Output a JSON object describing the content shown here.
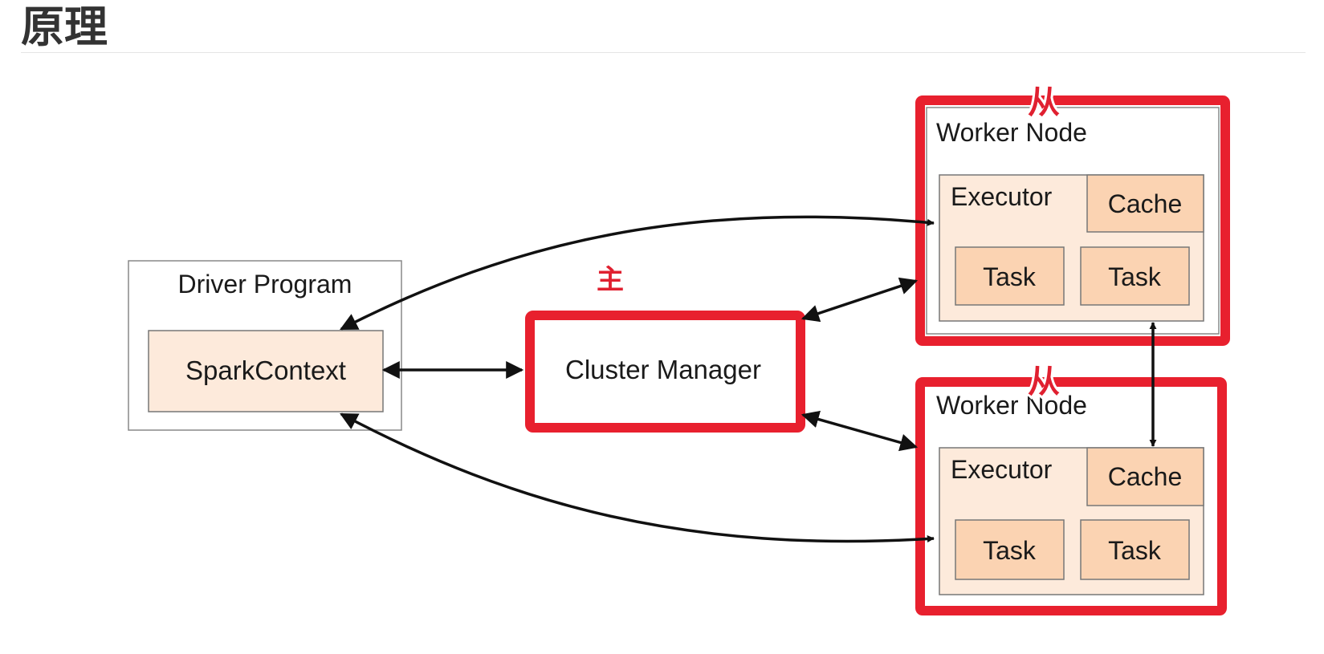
{
  "page": {
    "title": "原理"
  },
  "diagram": {
    "driver": {
      "title": "Driver Program",
      "context": "SparkContext"
    },
    "cluster_manager": {
      "label": "Cluster Manager",
      "annotation": "主"
    },
    "workers": [
      {
        "title": "Worker Node",
        "annotation": "从",
        "executor": "Executor",
        "cache": "Cache",
        "tasks": [
          "Task",
          "Task"
        ]
      },
      {
        "title": "Worker Node",
        "annotation": "从",
        "executor": "Executor",
        "cache": "Cache",
        "tasks": [
          "Task",
          "Task"
        ]
      }
    ],
    "colors": {
      "highlight": "#e8202e",
      "box_fill": "#fdeadb",
      "task_fill": "#fbd3b2",
      "line": "#111111"
    }
  }
}
